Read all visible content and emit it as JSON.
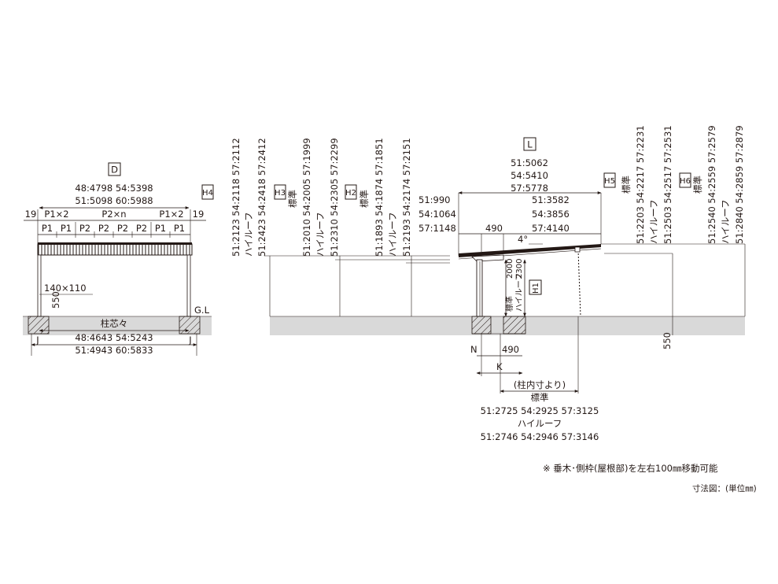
{
  "front": {
    "d_label": "D",
    "d_line1": "48:4798 54:5398",
    "d_line2": "51:5098 60:5988",
    "edge_left": "19",
    "edge_right": "19",
    "p1x2_left": "P1×2",
    "p2xn": "P2×n",
    "p1x2_right": "P1×2",
    "pitches": [
      "P1",
      "P1",
      "P2",
      "P2",
      "P2",
      "P2",
      "P1",
      "P1"
    ],
    "post_size": "140×110",
    "post_depth": "550",
    "gl": "G.L",
    "center_label": "柱芯々",
    "center_line": "48:4643 54:5243",
    "bottom_line": "51:4943 60:5833",
    "j_left": "J",
    "j_right": "J"
  },
  "heights": {
    "h4_label": "H4",
    "h4_col1": "51:2123 54:2118 57:2112",
    "h4_col2": "ハイルーフ",
    "h4_col3": "51:2423 54:2418 57:2412",
    "h3_label": "H3",
    "h3_col0": "標準",
    "h3_col1": "51:2010 54:2005 57:1999",
    "h3_col2": "ハイルーフ",
    "h3_col3": "51:2310 54:2305 57:2299",
    "h2_label": "H2",
    "h2_col0": "標準",
    "h2_col1": "51:1893 54:1874 57:1851",
    "h2_col2": "ハイルーフ",
    "h2_col3": "51:2193 54:2174 57:2151",
    "h5_label": "H5",
    "h5_col0": "標準",
    "h5_col1": "51:2203 54:2217 57:2231",
    "h5_col2": "ハイルーフ",
    "h5_col3": "51:2503 54:2517 57:2531",
    "h6_label": "H6",
    "h6_col0": "標準",
    "h6_col1": "51:2540 54:2559 57:2579",
    "h6_col2": "ハイルーフ",
    "h6_col3": "51:2840 54:2859 57:2879"
  },
  "side": {
    "l_label": "L",
    "l_line1": "51:5062",
    "l_line2": "54:5410",
    "l_line3": "57:5778",
    "left_line1": "51:990",
    "left_line2": "54:1064",
    "left_line3": "57:1148",
    "dim_490_top": "490",
    "right_line1": "51:3582",
    "right_line2": "54:3856",
    "right_line3": "57:4140",
    "angle": "4°",
    "h1_label": "H1",
    "h_std_value": "2000",
    "h_high_value": "2300",
    "h_std_label": "標準",
    "h_high_label": "ハイルーフ",
    "depth_550": "550",
    "n_label": "N",
    "dim_490_bottom": "490",
    "k_label": "K",
    "inner_label": "(柱内寸より)",
    "std_label": "標準",
    "std_values": "51:2725 54:2925 57:3125",
    "high_label": "ハイルーフ",
    "high_values": "51:2746 54:2946 57:3146"
  },
  "notes": {
    "note1": "※ 垂木･側枠(屋根部)を左右100㎜移動可能",
    "note2": "寸法図：(単位㎜)"
  }
}
